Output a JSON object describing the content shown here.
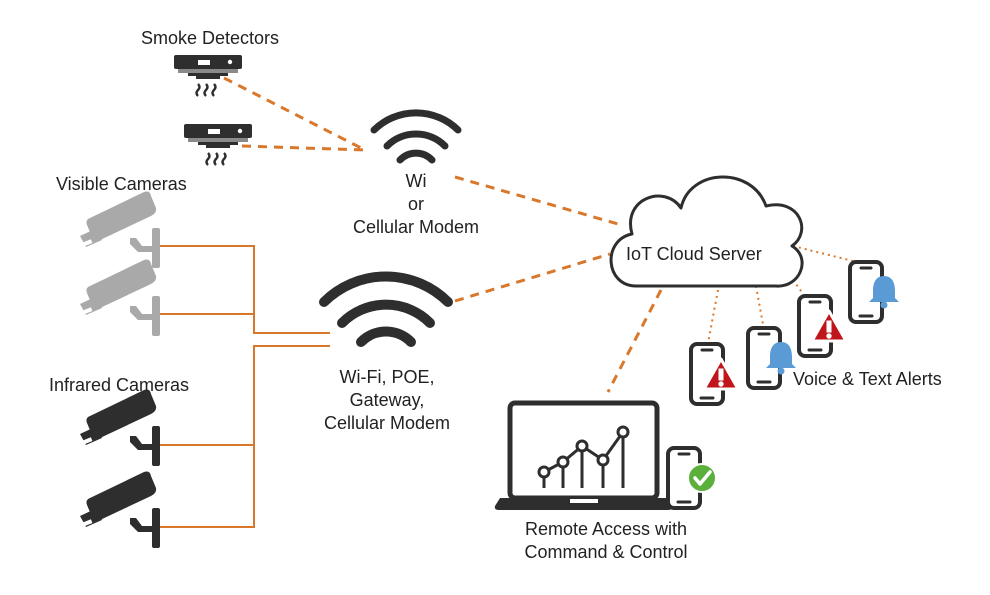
{
  "colors": {
    "link": "#D9772B",
    "device_dark": "#2E2E2E",
    "device_gray": "#A9A9A9",
    "alert_red": "#C0151B",
    "bell_blue": "#5B9BD5",
    "check_green": "#5BAF3B",
    "text": "#222222"
  },
  "labels": {
    "smoke_detectors": "Smoke Detectors",
    "visible_cameras": "Visible Cameras",
    "infrared_cameras": "Infrared Cameras",
    "wifi_modem": [
      "Wi",
      "or",
      "Cellular Modem"
    ],
    "gateway": [
      "Wi-Fi, POE,",
      "Gateway,",
      "Cellular Modem"
    ],
    "cloud": "IoT Cloud Server",
    "alerts": "Voice & Text Alerts",
    "remote_access": [
      "Remote Access with",
      "Command & Control"
    ]
  },
  "icons": {
    "smoke_detector": "smoke-detector-icon",
    "camera": "security-camera-icon",
    "wifi": "wifi-icon",
    "cloud": "cloud-icon",
    "phone": "smartphone-icon",
    "alert": "warning-triangle-icon",
    "bell": "bell-icon",
    "laptop": "laptop-icon",
    "check": "check-badge-icon"
  }
}
